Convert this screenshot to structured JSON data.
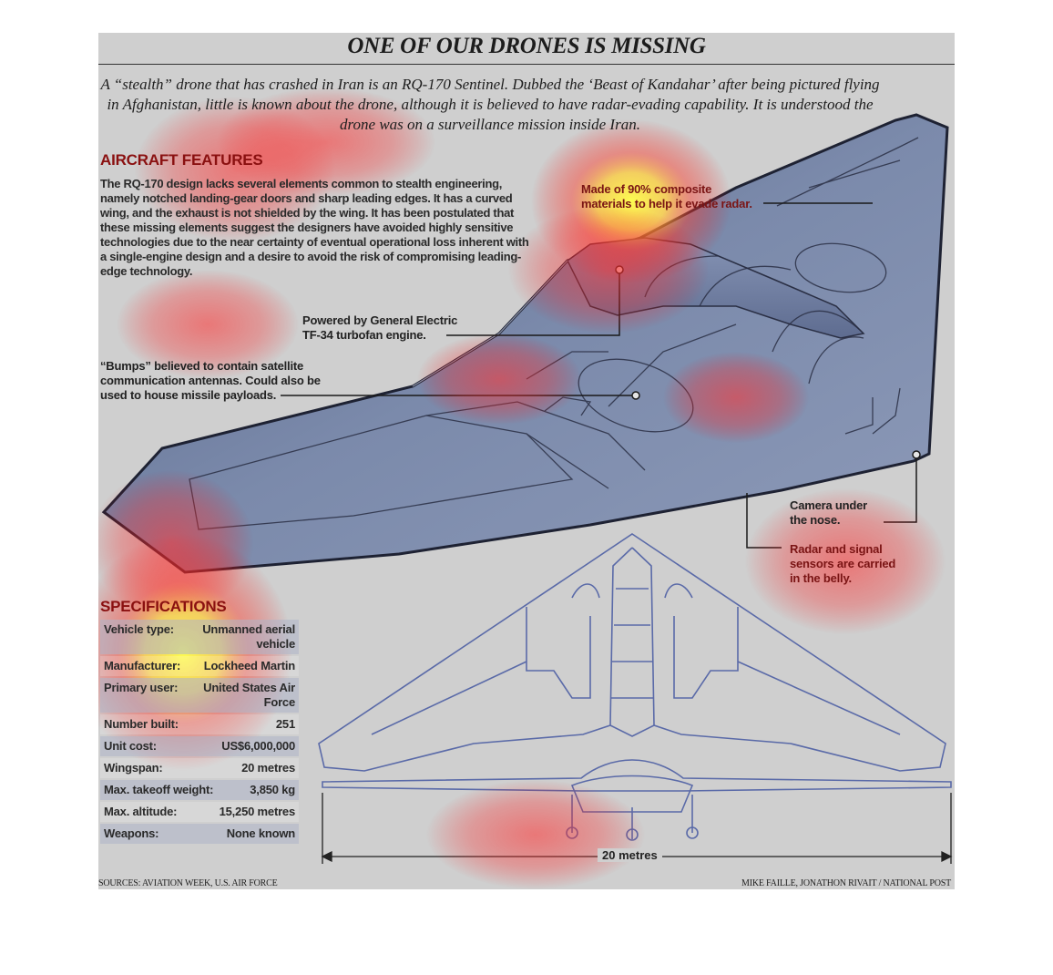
{
  "title": "ONE OF OUR DRONES IS MISSING",
  "intro": "A “stealth” drone that has crashed in Iran is an RQ-170 Sentinel. Dubbed the ‘Beast of Kandahar’ after being pictured flying in Afghanistan, little is known about the drone, although it is believed to have radar-evading capability. It is understood the drone was on a surveillance mission inside Iran.",
  "aircraft_features": {
    "heading": "AIRCRAFT FEATURES",
    "text": "The RQ-170 design lacks several elements common to stealth engineering, namely notched landing-gear doors and sharp leading edges. It has a curved wing, and the exhaust is not shielded by the wing. It has been postulated that these missing elements suggest the designers have avoided highly sensitive technologies due to the near certainty of eventual operational loss inherent with a single-engine design and a desire to avoid the risk of compromising leading-edge technology."
  },
  "callouts": {
    "composite": "Made of 90% composite materials to help it evade radar.",
    "engine": "Powered by General Electric TF-34 turbofan engine.",
    "bumps": "“Bumps” believed to contain satellite communication antennas. Could also be used to house missile payloads.",
    "camera": "Camera under the nose.",
    "radar": "Radar and signal sensors are carried in the belly."
  },
  "specifications": {
    "heading": "SPECIFICATIONS",
    "rows": [
      {
        "label": "Vehicle type:",
        "value": "Unmanned aerial vehicle"
      },
      {
        "label": "Manufacturer:",
        "value": "Lockheed Martin"
      },
      {
        "label": "Primary user:",
        "value": "United States Air Force"
      },
      {
        "label": "Number built:",
        "value": "251"
      },
      {
        "label": "Unit cost:",
        "value": "US$6,000,000"
      },
      {
        "label": "Wingspan:",
        "value": "20 metres"
      },
      {
        "label": "Max. takeoff weight:",
        "value": "3,850 kg"
      },
      {
        "label": "Max. altitude:",
        "value": "15,250 metres"
      },
      {
        "label": "Weapons:",
        "value": "None known"
      }
    ]
  },
  "scale_label": "20 metres",
  "footer": {
    "sources": "SOURCES: AVIATION WEEK, U.S. AIR FORCE",
    "credit": "MIKE FAILLE, JONATHON RIVAIT  / NATIONAL POST"
  },
  "colors": {
    "background": "#cfcfcf",
    "aircraft": "#6a7a9c",
    "heading_red": "#8a1010",
    "outline": "#2a2f44",
    "plan_line": "#5a6aa8"
  }
}
